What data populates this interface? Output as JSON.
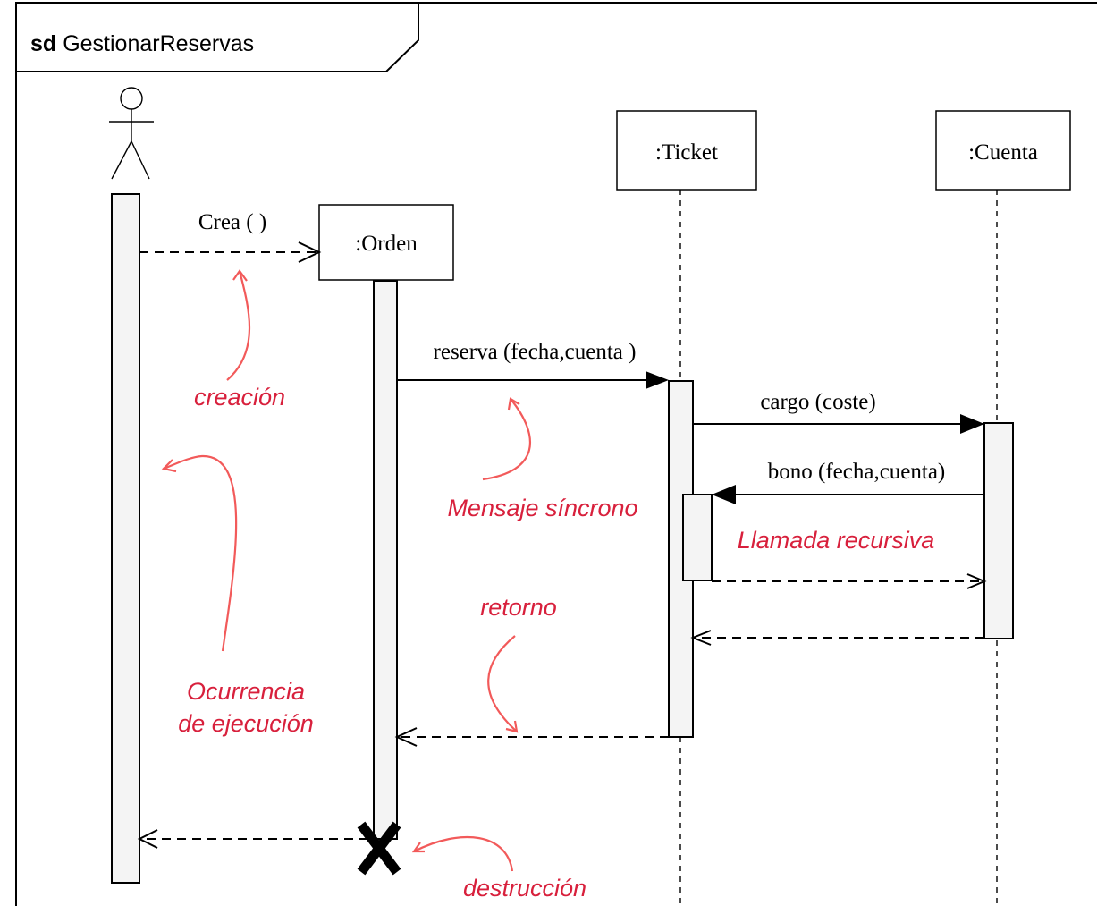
{
  "frame": {
    "keyword": "sd",
    "name": "GestionarReservas"
  },
  "objects": {
    "orden": ":Orden",
    "ticket": ":Ticket",
    "cuenta": ":Cuenta"
  },
  "messages": {
    "crea": "Crea ( )",
    "reserva": "reserva (fecha,cuenta )",
    "cargo": "cargo (coste)",
    "bono": "bono (fecha,cuenta)"
  },
  "annotations": {
    "creacion": "creación",
    "mensaje_sincrono": "Mensaje síncrono",
    "llamada_recursiva": "Llamada recursiva",
    "retorno": "retorno",
    "ocurrencia_line1": "Ocurrencia",
    "ocurrencia_line2": "de ejecución",
    "destruccion": "destrucción"
  },
  "colors": {
    "annotation_text": "#d8203c",
    "annotation_arrow": "#f25a5a",
    "activation_fill": "#f4f4f4"
  }
}
